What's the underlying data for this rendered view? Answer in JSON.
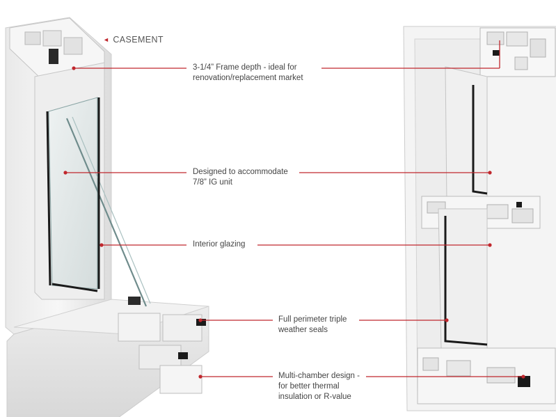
{
  "heading": {
    "arrow_glyph": "◄",
    "label": "CASEMENT"
  },
  "callouts": [
    {
      "line1": "3-1/4” Frame depth - ideal for",
      "line2": "renovation/replacement market"
    },
    {
      "line1": "Designed to accommodate",
      "line2": "7/8” IG unit"
    },
    {
      "line1": "Interior glazing",
      "line2": ""
    },
    {
      "line1": "Full perimeter triple",
      "line2": "weather seals"
    },
    {
      "line1": "Multi-chamber design -",
      "line2": "for better thermal insulation or R-value"
    }
  ],
  "colors": {
    "accent": "#c0272d",
    "text": "#444444",
    "frame_light": "#f4f4f4",
    "frame_mid": "#e2e2e2",
    "frame_shadow": "#c8c8c8",
    "gasket": "#1a1a1a",
    "glass": "#dfe6e6"
  }
}
